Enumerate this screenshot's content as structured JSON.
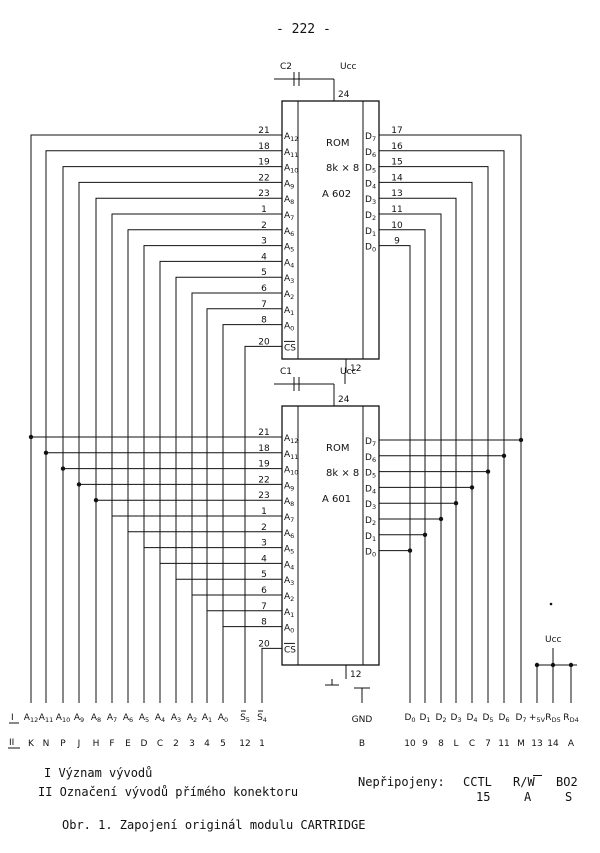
{
  "page_number": "- 222 -",
  "chips": [
    {
      "id": "upper",
      "name": "ROM",
      "size": "8k × 8",
      "part": "A 602",
      "cap": "C2",
      "vcc": "Ucc",
      "vcc_pin": "24",
      "gnd_pin": "12",
      "address_pins": [
        {
          "label": "A12",
          "pin": "21"
        },
        {
          "label": "A11",
          "pin": "18"
        },
        {
          "label": "A10",
          "pin": "19"
        },
        {
          "label": "A9",
          "pin": "22"
        },
        {
          "label": "A8",
          "pin": "23"
        },
        {
          "label": "A7",
          "pin": "1"
        },
        {
          "label": "A6",
          "pin": "2"
        },
        {
          "label": "A5",
          "pin": "3"
        },
        {
          "label": "A4",
          "pin": "4"
        },
        {
          "label": "A3",
          "pin": "5"
        },
        {
          "label": "A2",
          "pin": "6"
        },
        {
          "label": "A1",
          "pin": "7"
        },
        {
          "label": "A0",
          "pin": "8"
        }
      ],
      "cs_label": "CS",
      "cs_pin": "20",
      "data_pins": [
        {
          "label": "D7",
          "pin": "17"
        },
        {
          "label": "D6",
          "pin": "16"
        },
        {
          "label": "D5",
          "pin": "15"
        },
        {
          "label": "D4",
          "pin": "14"
        },
        {
          "label": "D3",
          "pin": "13"
        },
        {
          "label": "D2",
          "pin": "11"
        },
        {
          "label": "D1",
          "pin": "10"
        },
        {
          "label": "D0",
          "pin": "9"
        }
      ]
    },
    {
      "id": "lower",
      "name": "ROM",
      "size": "8k × 8",
      "part": "A 601",
      "cap": "C1",
      "vcc": "Ucc",
      "vcc_pin": "24",
      "gnd_pin": "12",
      "address_pins": [
        {
          "label": "A12",
          "pin": "21"
        },
        {
          "label": "A11",
          "pin": "18"
        },
        {
          "label": "A10",
          "pin": "19"
        },
        {
          "label": "A9",
          "pin": "22"
        },
        {
          "label": "A8",
          "pin": "23"
        },
        {
          "label": "A7",
          "pin": "1"
        },
        {
          "label": "A6",
          "pin": "2"
        },
        {
          "label": "A5",
          "pin": "3"
        },
        {
          "label": "A4",
          "pin": "4"
        },
        {
          "label": "A3",
          "pin": "5"
        },
        {
          "label": "A2",
          "pin": "6"
        },
        {
          "label": "A1",
          "pin": "7"
        },
        {
          "label": "A0",
          "pin": "8"
        }
      ],
      "cs_label": "CS",
      "cs_pin": "20",
      "data_pins": [
        {
          "label": "D7",
          "pin": ""
        },
        {
          "label": "D6",
          "pin": ""
        },
        {
          "label": "D5",
          "pin": ""
        },
        {
          "label": "D4",
          "pin": ""
        },
        {
          "label": "D3",
          "pin": ""
        },
        {
          "label": "D2",
          "pin": ""
        },
        {
          "label": "D1",
          "pin": ""
        },
        {
          "label": "D0",
          "pin": ""
        }
      ]
    }
  ],
  "vcc_label": "Ucc",
  "row_markers": {
    "i": "I",
    "ii": "II"
  },
  "address_connector": [
    {
      "signal": "A12",
      "contact": "K"
    },
    {
      "signal": "A11",
      "contact": "N"
    },
    {
      "signal": "A10",
      "contact": "P"
    },
    {
      "signal": "A9",
      "contact": "J"
    },
    {
      "signal": "A8",
      "contact": "H"
    },
    {
      "signal": "A7",
      "contact": "F"
    },
    {
      "signal": "A6",
      "contact": "E"
    },
    {
      "signal": "A5",
      "contact": "D"
    },
    {
      "signal": "A4",
      "contact": "C"
    },
    {
      "signal": "A3",
      "contact": "2"
    },
    {
      "signal": "A2",
      "contact": "3"
    },
    {
      "signal": "A1",
      "contact": "4"
    },
    {
      "signal": "A0",
      "contact": "5"
    },
    {
      "signal": "S5",
      "contact": "12"
    },
    {
      "signal": "S4",
      "contact": "1"
    }
  ],
  "gnd": {
    "signal": "GND",
    "contact": "B"
  },
  "data_connector": [
    {
      "signal": "D0",
      "contact": "10"
    },
    {
      "signal": "D1",
      "contact": "9"
    },
    {
      "signal": "D2",
      "contact": "8"
    },
    {
      "signal": "D3",
      "contact": "L"
    },
    {
      "signal": "D4",
      "contact": "C"
    },
    {
      "signal": "D5",
      "contact": "7"
    },
    {
      "signal": "D6",
      "contact": "11"
    },
    {
      "signal": "D7",
      "contact": "M"
    },
    {
      "signal": "+5V",
      "contact": "13"
    },
    {
      "signal": "RD5",
      "contact": "14"
    },
    {
      "signal": "RD4",
      "contact": "A"
    }
  ],
  "legend": {
    "line1": "I Význam vývodů",
    "line2": "II Označení vývodů přímého konektoru"
  },
  "unconnected": {
    "label": "Nepřipojeny:",
    "items": [
      {
        "signal": "CCTL",
        "contact": "15"
      },
      {
        "signal": "R/W",
        "contact": "A"
      },
      {
        "signal": "BO2",
        "contact": "S"
      }
    ]
  },
  "caption": "Obr. 1. Zapojení originál modulu CARTRIDGE"
}
